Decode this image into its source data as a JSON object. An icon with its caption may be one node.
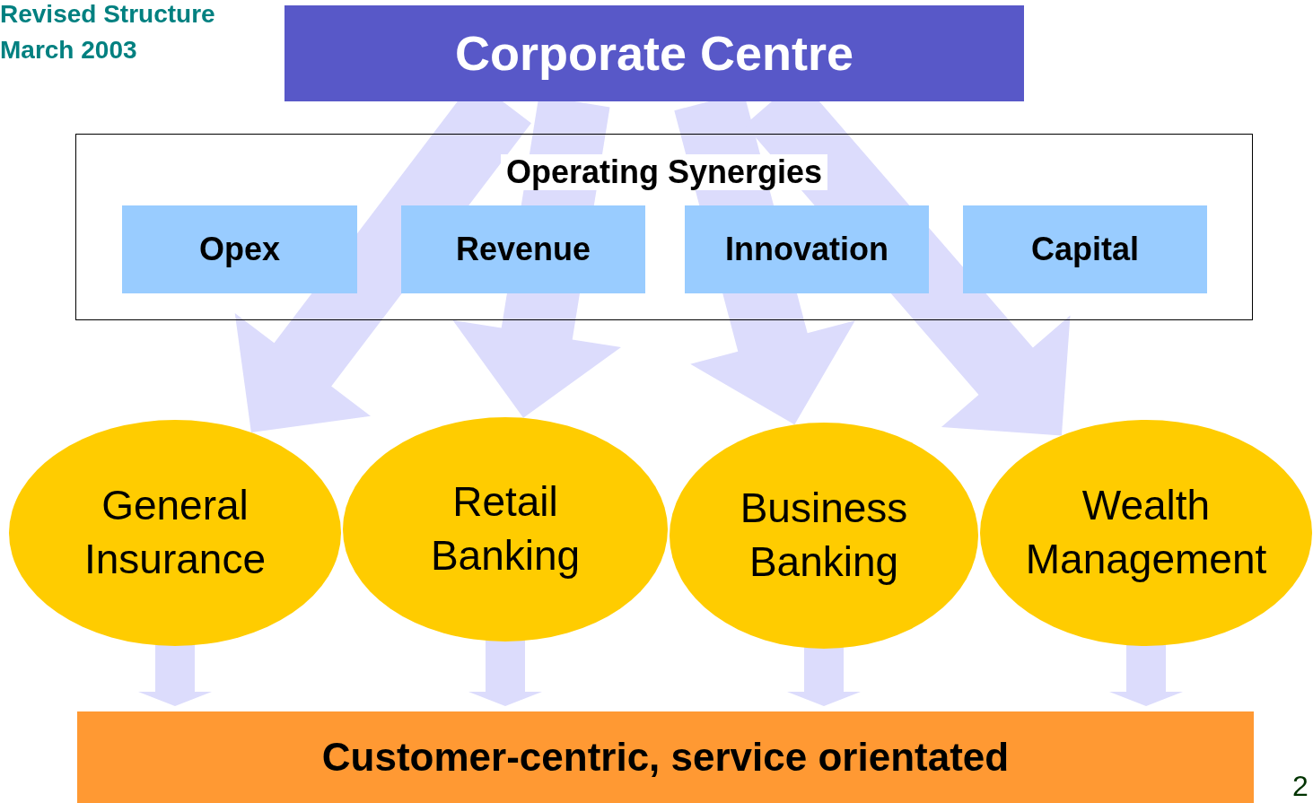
{
  "diagram": {
    "nodes": [
      {
        "text": [
          "Corporate Centre"
        ]
      },
      {
        "text": [
          "Operating Synergies"
        ]
      },
      {
        "text": [
          "Opex"
        ],
        "in": 1
      },
      {
        "text": [
          "Revenue"
        ],
        "in": 1
      },
      {
        "text": [
          "Innovation"
        ],
        "in": 1
      },
      {
        "text": [
          "Capital"
        ],
        "in": 1
      },
      {
        "text": [
          "General Insurance"
        ]
      },
      {
        "text": [
          "Retail Banking"
        ]
      },
      {
        "text": [
          "Business Banking"
        ]
      },
      {
        "text": [
          "Wealth Management"
        ]
      },
      {
        "text": [
          "Customer-centric, service orientated"
        ]
      }
    ],
    "edges": [
      {
        "from": 0,
        "to": 6,
        "arrow": "to"
      },
      {
        "from": 0,
        "to": 7,
        "arrow": "to"
      },
      {
        "from": 0,
        "to": 8,
        "arrow": "to"
      },
      {
        "from": 0,
        "to": 9,
        "arrow": "to"
      },
      {
        "from": 6,
        "to": 10,
        "arrow": "to"
      },
      {
        "from": 7,
        "to": 10,
        "arrow": "to"
      },
      {
        "from": 8,
        "to": 10,
        "arrow": "to"
      },
      {
        "from": 9,
        "to": 10,
        "arrow": "to"
      }
    ],
    "labels": [
      "Revised Structure",
      "March 2003",
      "2"
    ]
  }
}
